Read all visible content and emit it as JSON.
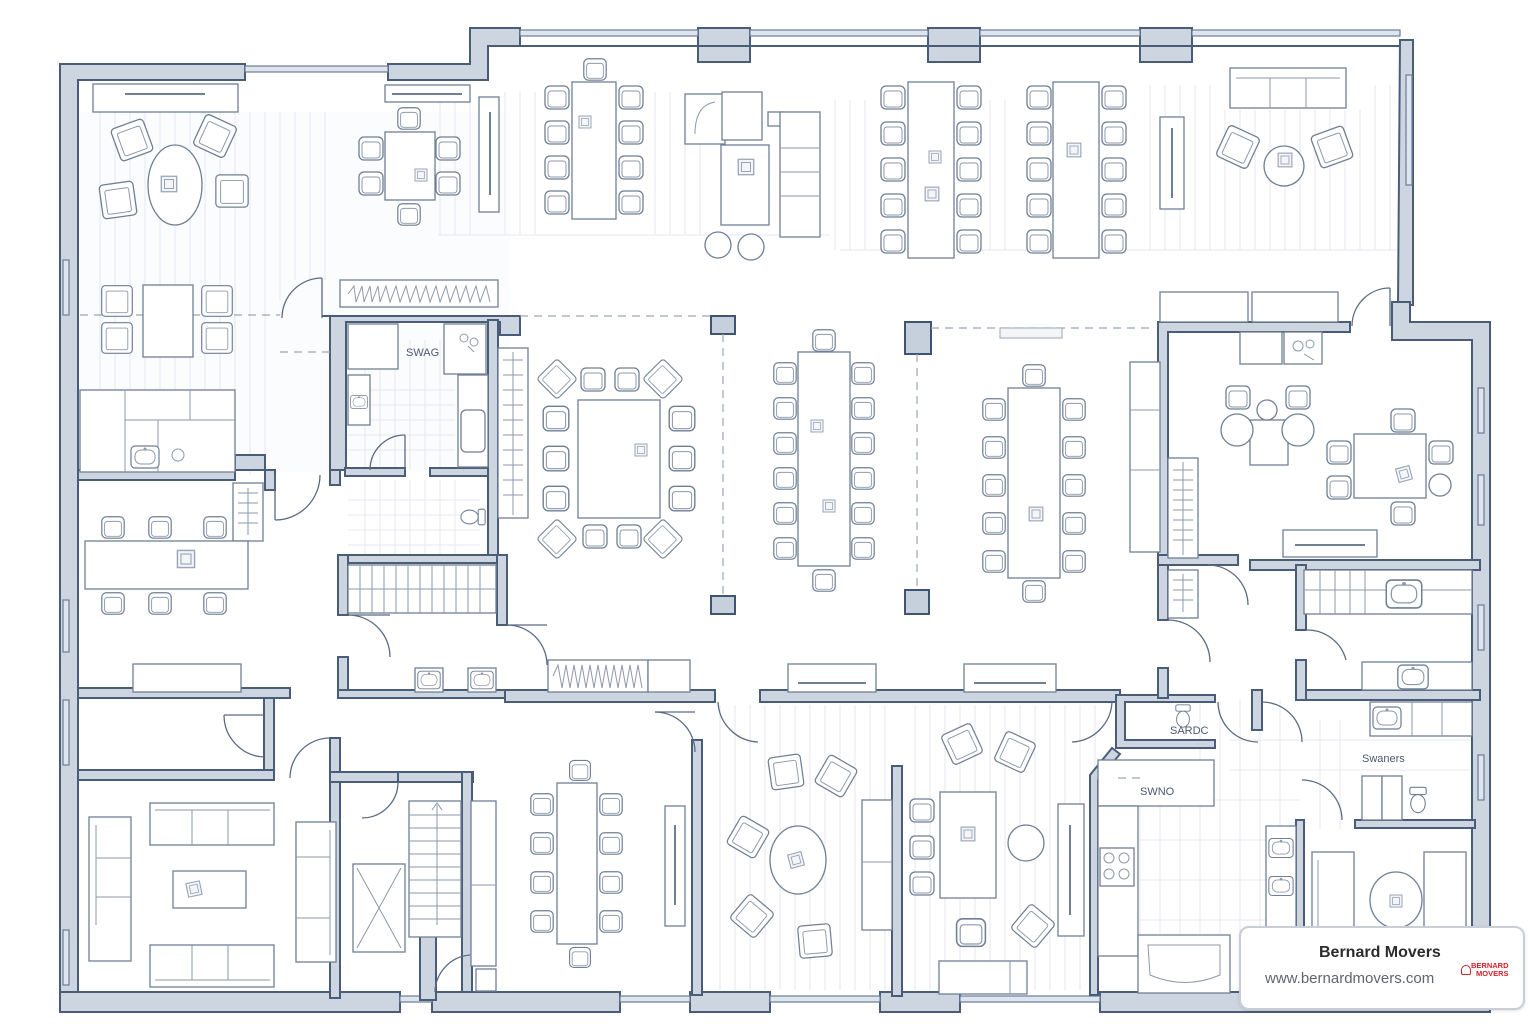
{
  "drawing": {
    "type": "architectural floor plan",
    "style": "blueprint line drawing",
    "colors": {
      "wall_fill": "#cdd5e1",
      "wall_stroke": "#4a5d78",
      "furniture_stroke": "#6f7f94",
      "background": "#ffffff",
      "brand_red": "#d62027"
    }
  },
  "room_labels": {
    "upper_washroom": "SWAG",
    "lower_toilet": "SARDC",
    "kitchen_counter": "SWNO",
    "showers": "Swaners"
  },
  "rooms": [
    {
      "id": "lounge-nw",
      "label": "Lounge (north-west)",
      "furniture": [
        "oval coffee table",
        "4 armchairs",
        "credenza"
      ]
    },
    {
      "id": "meeting-nw",
      "label": "Meeting table area",
      "furniture": [
        "square table",
        "6 chairs",
        "wall console"
      ]
    },
    {
      "id": "dining-north-1",
      "label": "North conference table",
      "furniture": [
        "rectangular table",
        "9 chairs"
      ]
    },
    {
      "id": "lounge-north",
      "label": "North lounge",
      "furniture": [
        "sectional sofa",
        "coffee table",
        "2 armchairs",
        "2 round stools"
      ]
    },
    {
      "id": "conference-north-2",
      "label": "North conference table 2",
      "furniture": [
        "rectangular table",
        "10 chairs"
      ]
    },
    {
      "id": "conference-north-3",
      "label": "North conference table 3",
      "furniture": [
        "rectangular table",
        "10 chairs"
      ]
    },
    {
      "id": "lounge-ne",
      "label": "North-east lounge",
      "furniture": [
        "3-seat sofa",
        "round table",
        "2 armchairs",
        "wall console"
      ]
    },
    {
      "id": "desk-west",
      "label": "West workstation",
      "furniture": [
        "desk",
        "4 chairs"
      ]
    },
    {
      "id": "kitchenette-west",
      "label": "West kitchenette",
      "furniture": [
        "counter",
        "sink"
      ]
    },
    {
      "id": "washroom-upper",
      "label": "Upper washroom",
      "furniture": [
        "shower",
        "sink",
        "vanity"
      ]
    },
    {
      "id": "wc-upper",
      "label": "WC",
      "furniture": [
        "toilet"
      ]
    },
    {
      "id": "stair-upper",
      "label": "Stairs",
      "furniture": [
        "stair run"
      ]
    },
    {
      "id": "open-conference",
      "label": "Central open conference",
      "furniture": [
        "square table",
        "16 chairs",
        "2 long tables",
        "24 chairs",
        "storage racks"
      ]
    },
    {
      "id": "office-east",
      "label": "East office",
      "furniture": [
        "2 round tables",
        "square table",
        "chairs",
        "cabinet",
        "rack"
      ]
    },
    {
      "id": "training-west",
      "label": "West training table",
      "furniture": [
        "long desk",
        "6 chairs",
        "credenza"
      ]
    },
    {
      "id": "living-sw",
      "label": "South-west living room",
      "furniture": [
        "2 three-seat sofas",
        "2 side sofas",
        "coffee table"
      ]
    },
    {
      "id": "stair-sw",
      "label": "South-west stairs",
      "furniture": [
        "elevator shaft",
        "stair run"
      ]
    },
    {
      "id": "board-south",
      "label": "South boardroom",
      "furniture": [
        "long table",
        "10 chairs",
        "console"
      ]
    },
    {
      "id": "lounge-south",
      "label": "South lounge",
      "furniture": [
        "round table",
        "6 armchairs",
        "shelving"
      ]
    },
    {
      "id": "meeting-south",
      "label": "South meeting room",
      "furniture": [
        "table",
        "3 chairs",
        "round table",
        "3 armchairs",
        "console"
      ]
    },
    {
      "id": "kitchen-se",
      "label": "South-east kitchen",
      "furniture": [
        "cooktop",
        "counters",
        "bathtub"
      ]
    },
    {
      "id": "bath-se",
      "label": "South-east bath",
      "furniture": [
        "2 sinks",
        "toilet",
        "shower stalls"
      ]
    },
    {
      "id": "lounge-se",
      "label": "South-east lounge",
      "furniture": [
        "oval table",
        "2 armchairs"
      ]
    }
  ],
  "brand": {
    "name": "Bernard Movers",
    "url": "www.bernardmovers.com",
    "logo_line1": "BERNARD",
    "logo_line2": "MOVERS"
  }
}
